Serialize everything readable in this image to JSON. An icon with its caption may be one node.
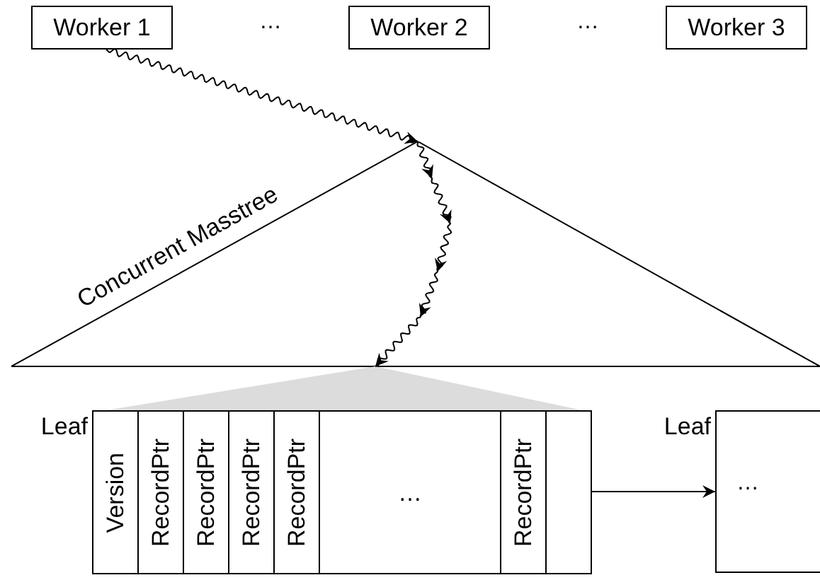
{
  "diagram": {
    "nodes": [
      {
        "text": [
          "Worker 1"
        ]
      },
      {
        "text": [
          "Worker 2"
        ]
      },
      {
        "text": [
          "Worker 3"
        ]
      },
      {
        "text": [
          "Concurrent Masstree"
        ]
      },
      {
        "text": [],
        "shape": "triangle"
      },
      {
        "text": [],
        "shape": "box",
        "beside": [
          "Leaf"
        ]
      },
      {
        "text": [
          "Version"
        ],
        "in": 5
      },
      {
        "text": [
          "RecordPtr"
        ],
        "in": 5
      },
      {
        "text": [
          "RecordPtr"
        ],
        "in": 5
      },
      {
        "text": [
          "RecordPtr"
        ],
        "in": 5
      },
      {
        "text": [
          "RecordPtr"
        ],
        "in": 5
      },
      {
        "text": [
          "…"
        ],
        "in": 5
      },
      {
        "text": [
          "RecordPtr"
        ],
        "in": 5
      },
      {
        "text": [],
        "shape": "box",
        "in": 5
      },
      {
        "text": [
          "…"
        ],
        "beside": [
          "Leaf"
        ]
      }
    ],
    "edges": [
      {
        "from": 0,
        "to": 3,
        "arrow": "to"
      },
      {
        "from": 3,
        "to": 4,
        "arrow": "to"
      },
      {
        "from": 13,
        "to": 14,
        "arrow": "to"
      }
    ],
    "labels": [
      "…",
      "…"
    ]
  }
}
